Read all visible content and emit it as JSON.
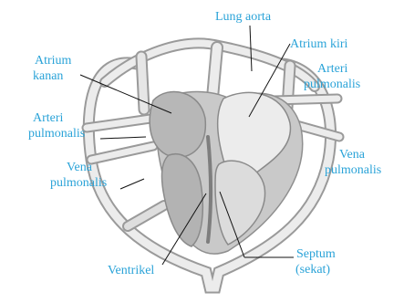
{
  "diagram": {
    "labels": {
      "lung_aorta": "Lung aorta",
      "atrium_kiri": "Atrium kiri",
      "atrium_kanan_line1": "Atrium",
      "atrium_kanan_line2": "kanan",
      "arteri_pulmonalis_right_line1": "Arteri",
      "arteri_pulmonalis_right_line2": "pulmonalis",
      "arteri_pulmonalis_left_line1": "Arteri",
      "arteri_pulmonalis_left_line2": "pulmonalis",
      "vena_pulmonalis_left_line1": "Vena",
      "vena_pulmonalis_left_line2": "pulmonalis",
      "vena_pulmonalis_right_line1": "Vena",
      "vena_pulmonalis_right_line2": "pulmonalis",
      "ventrikel": "Ventrikel",
      "septum_line1": "Septum",
      "septum_line2": "(sekat)"
    },
    "colors": {
      "label": "#2aa3d8",
      "leader": "#111111",
      "vessel_fill": "#e9e9e9",
      "vessel_stroke": "#9a9a9a",
      "heart_shadow": "#c4c4c4",
      "chamber_dark": "#b3b3b3"
    }
  }
}
